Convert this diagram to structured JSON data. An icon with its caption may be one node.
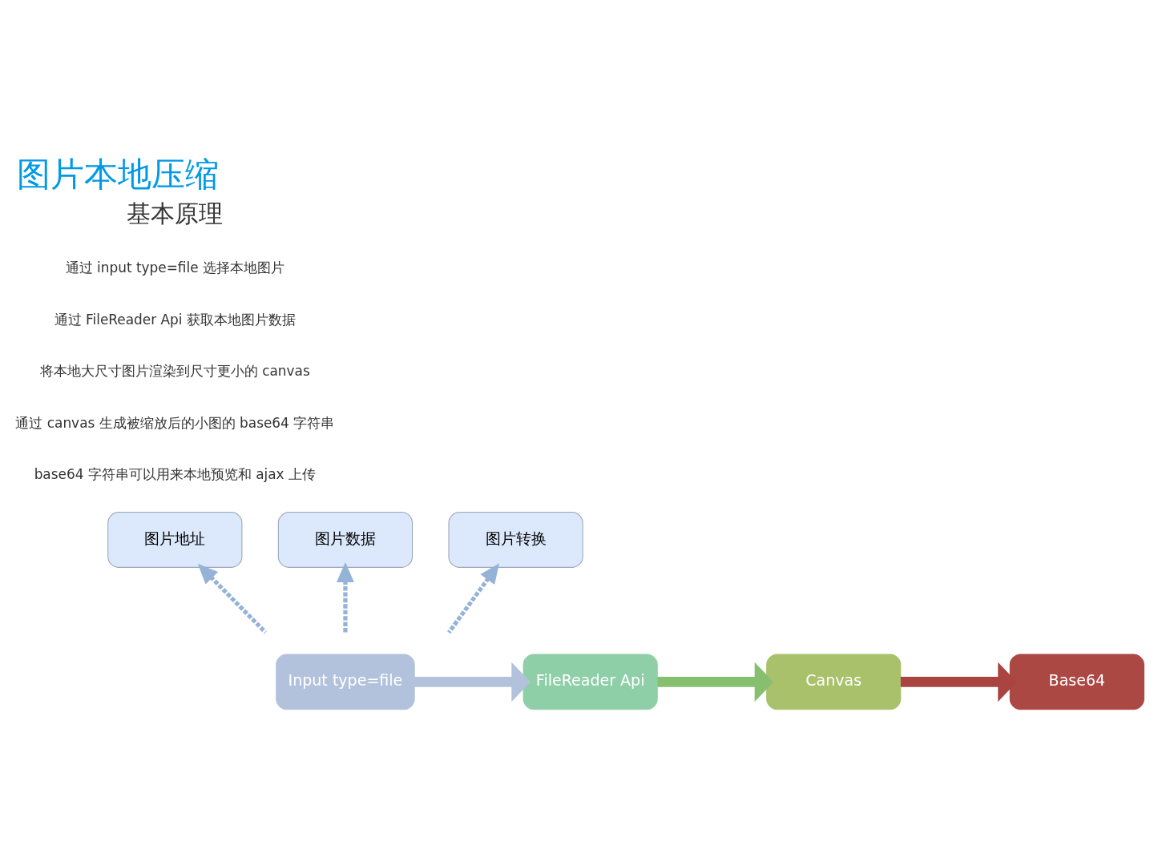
{
  "diagram": {
    "title": "图片本地压缩",
    "nodes": [
      {
        "text": [
          "图片地址"
        ]
      },
      {
        "text": [
          "图片数据"
        ]
      },
      {
        "text": [
          "图片转换"
        ]
      },
      {
        "text": [
          "Input type=file"
        ]
      },
      {
        "text": [
          "FileReader Api"
        ]
      },
      {
        "text": [
          "Canvas"
        ]
      },
      {
        "text": [
          "Base64"
        ]
      }
    ],
    "edges": [
      {
        "from": 3,
        "to": 4,
        "arrow": "to",
        "style": "thick",
        "color": "#b3c2dc"
      },
      {
        "from": 4,
        "to": 5,
        "arrow": "to",
        "style": "thick",
        "color": "#86c06e"
      },
      {
        "from": 5,
        "to": 6,
        "arrow": "to",
        "style": "thick",
        "color": "#a94440"
      },
      {
        "from": null,
        "to": 0,
        "arrow": "to",
        "style": "dashed",
        "color": "#95b3d7"
      },
      {
        "from": null,
        "to": 1,
        "arrow": "to",
        "style": "dashed",
        "color": "#95b3d7"
      },
      {
        "from": null,
        "to": 2,
        "arrow": "to",
        "style": "dashed",
        "color": "#95b3d7"
      }
    ],
    "labels": [
      "基本原理",
      "通过 input type=file 选择本地图片",
      "通过 FileReader Api 获取本地图片数据",
      "将本地大尺寸图片渲染到尺寸更小的 canvas",
      "通过 canvas 生成被缩放后的小图的 base64 字符串",
      "base64 字符串可以用来本地预览和 ajax 上传"
    ]
  }
}
